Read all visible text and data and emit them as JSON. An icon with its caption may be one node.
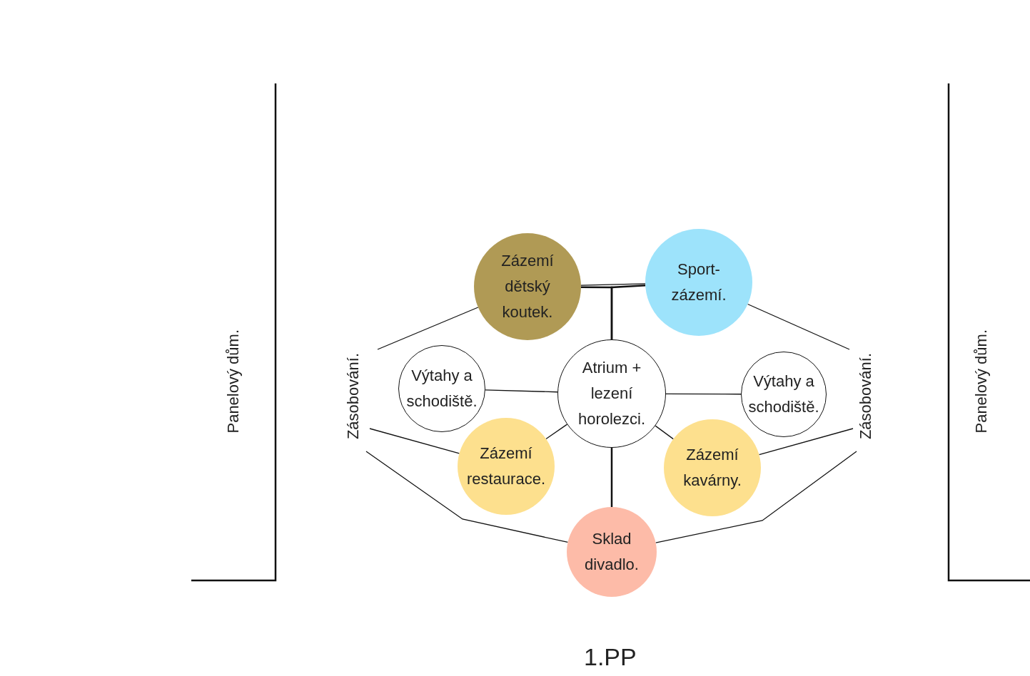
{
  "diagram": {
    "caption": "1.PP",
    "nodes": [
      {
        "text": [
          "Zázemí dětský koutek."
        ]
      },
      {
        "text": [
          "Sport- zázemí."
        ]
      },
      {
        "text": [
          "Zásobování."
        ]
      },
      {
        "text": [
          "Výtahy a schodiště."
        ]
      },
      {
        "text": [
          "Atrium + lezení horolezci."
        ]
      },
      {
        "text": [
          "Výtahy a schodiště."
        ]
      },
      {
        "text": [
          "Zásobování."
        ]
      },
      {
        "text": [
          "Zázemí restaurace."
        ]
      },
      {
        "text": [
          "Zázemí kavárny."
        ]
      },
      {
        "text": [
          "Sklad divadlo."
        ]
      }
    ],
    "edges": [
      {
        "from": 0,
        "to": 1,
        "arrow": "none"
      },
      {
        "from": 4,
        "to": 0,
        "arrow": "none"
      },
      {
        "from": 4,
        "to": 1,
        "arrow": "none"
      },
      {
        "from": 2,
        "to": 0,
        "arrow": "none"
      },
      {
        "from": 1,
        "to": 6,
        "arrow": "none"
      },
      {
        "from": 3,
        "to": 4,
        "arrow": "none"
      },
      {
        "from": 4,
        "to": 5,
        "arrow": "none"
      },
      {
        "from": 4,
        "to": 7,
        "arrow": "none"
      },
      {
        "from": 4,
        "to": 8,
        "arrow": "none"
      },
      {
        "from": 4,
        "to": 9,
        "arrow": "none"
      },
      {
        "from": 2,
        "to": 7,
        "arrow": "none"
      },
      {
        "from": 2,
        "to": 9,
        "arrow": "none"
      },
      {
        "from": 6,
        "to": 8,
        "arrow": "none"
      },
      {
        "from": 6,
        "to": 9,
        "arrow": "none"
      }
    ],
    "labels": [
      "Panelový dům.",
      "Panelový dům."
    ]
  }
}
